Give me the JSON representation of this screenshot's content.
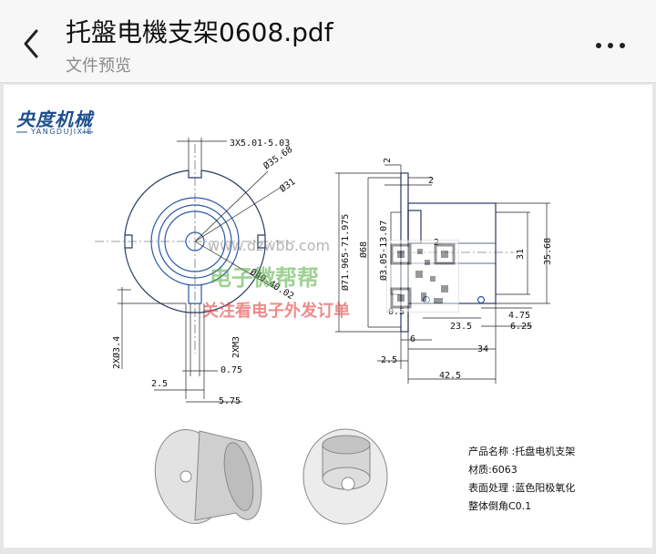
{
  "header": {
    "title": "托盤电機支架0608.pdf",
    "subtitle": "文件预览",
    "back_icon": "chevron-left-icon",
    "more_icon": "more-horizontal-icon"
  },
  "drawing": {
    "logo_cn": "央度机械",
    "logo_en": "YANGDUJIXIE",
    "dims": {
      "slot": "3X5.01-5.03",
      "d35": "Ø35.68",
      "d31": "Ø31",
      "d40": "Ø40-40.02",
      "hole2": "2XØ3.4",
      "m3": "2XM3",
      "d075": "0.75",
      "d25a": "2.5",
      "d575": "5.75",
      "top2a": "2",
      "top2b": "2",
      "d71": "Ø71.965-71.975",
      "d68": "Ø68",
      "d305": "Ø3.05-13.07",
      "in2": "2",
      "d05": "0.5",
      "d31v": "31",
      "d3568": "35.68",
      "d475": "4.75",
      "d235": "23.5",
      "d625": "6.25",
      "d6": "6",
      "d34": "34",
      "d25b": "2.5",
      "d425": "42.5"
    },
    "spec": {
      "name": "产品名称 :托盘电机支架",
      "material": "材质:6063",
      "surface": "表面处理 :蓝色阳极氧化",
      "chamfer": "整体倒角C0.1"
    },
    "watermark": {
      "url": "www.dzwbb.com",
      "brand": "电子微帮帮",
      "slogan": "关注看电子外发订单"
    }
  }
}
